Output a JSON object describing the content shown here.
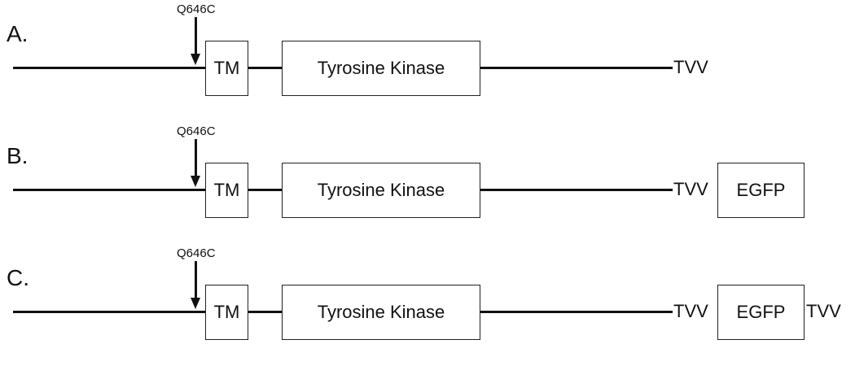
{
  "panels": [
    {
      "letter": "A.",
      "mutation": "Q646C",
      "tm": "TM",
      "kinase": "Tyrosine Kinase",
      "tvv": "TVV"
    },
    {
      "letter": "B.",
      "mutation": "Q646C",
      "tm": "TM",
      "kinase": "Tyrosine Kinase",
      "tvv": "TVV",
      "egfp": "EGFP"
    },
    {
      "letter": "C.",
      "mutation": "Q646C",
      "tm": "TM",
      "kinase": "Tyrosine Kinase",
      "tvv": "TVV",
      "egfp": "EGFP",
      "tvv_end": "TVV"
    }
  ]
}
